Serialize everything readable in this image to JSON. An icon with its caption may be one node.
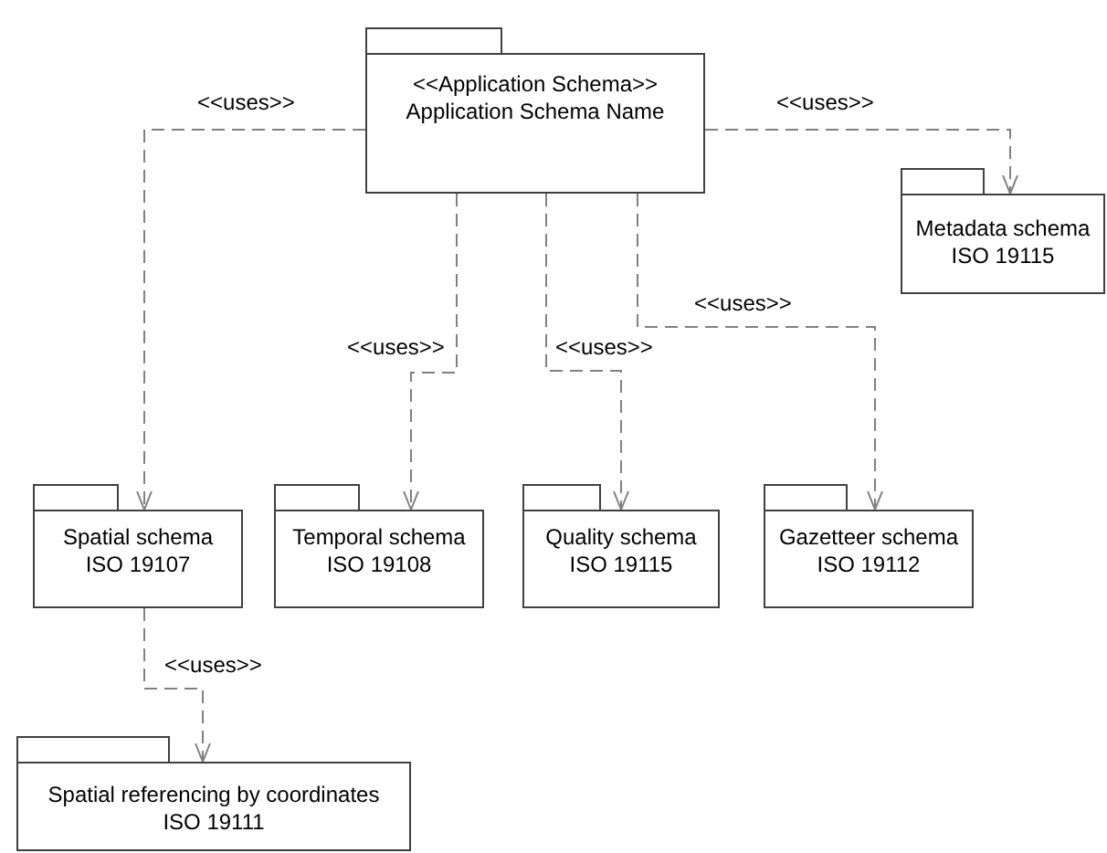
{
  "diagram": {
    "nodes": [
      {
        "text": [
          "<<Application Schema>>",
          "Application Schema Name"
        ]
      },
      {
        "text": [
          "Metadata schema",
          "ISO 19115"
        ]
      },
      {
        "text": [
          "Spatial schema",
          "ISO 19107"
        ]
      },
      {
        "text": [
          "Temporal schema",
          "ISO 19108"
        ]
      },
      {
        "text": [
          "Quality schema",
          "ISO 19115"
        ]
      },
      {
        "text": [
          "Gazetteer schema",
          "ISO 19112"
        ]
      },
      {
        "text": [
          "Spatial referencing by coordinates",
          "ISO 19111"
        ]
      }
    ],
    "edges": [
      {
        "from": 0,
        "to": 2,
        "arrow": "to",
        "label": "<<uses>>",
        "style": "dashed"
      },
      {
        "from": 0,
        "to": 1,
        "arrow": "to",
        "label": "<<uses>>",
        "style": "dashed"
      },
      {
        "from": 0,
        "to": 3,
        "arrow": "to",
        "label": "<<uses>>",
        "style": "dashed"
      },
      {
        "from": 0,
        "to": 4,
        "arrow": "to",
        "label": "<<uses>>",
        "style": "dashed"
      },
      {
        "from": 0,
        "to": 5,
        "arrow": "to",
        "label": "<<uses>>",
        "style": "dashed"
      },
      {
        "from": 2,
        "to": 6,
        "arrow": "to",
        "label": "<<uses>>",
        "style": "dashed"
      }
    ]
  }
}
